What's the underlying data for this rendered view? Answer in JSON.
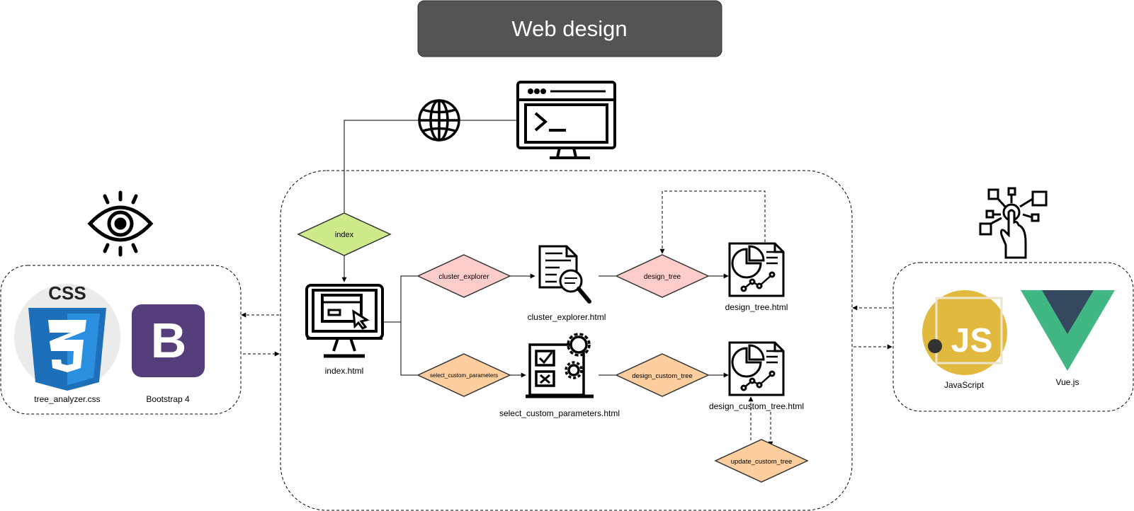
{
  "title": "Web design",
  "colors": {
    "title_bg": "#545454",
    "title_text": "#ffffff",
    "green_diamond": "#cdeb8b",
    "pink_diamond": "#ffcccc",
    "orange_diamond": "#ffce9f",
    "css_blue": "#1e6fba",
    "bootstrap_purple": "#563d7c",
    "js_yellow": "#e2b93f",
    "vue_green": "#41b883",
    "vue_dark": "#34495e"
  },
  "decisions": {
    "index": "index",
    "cluster_explorer": "cluster_explorer",
    "design_tree": "design_tree",
    "select_custom_parameters": "select_custom_parameters",
    "design_custom_tree": "design_custom_tree",
    "update_custom_tree": "update_custom_tree"
  },
  "pages": {
    "index": "index.html",
    "cluster_explorer": "cluster_explorer.html",
    "design_tree": "design_tree.html",
    "select_custom_parameters": "select_custom_parameters.html",
    "design_custom_tree": "design_custom_tree.html"
  },
  "styles_group": {
    "css_badge": "CSS",
    "css_label": "tree_analyzer.css",
    "bootstrap_letter": "B",
    "bootstrap_label": "Bootstrap 4"
  },
  "scripts_group": {
    "js_badge": "JS",
    "js_label": "JavaScript",
    "vue_label": "Vue.js"
  },
  "icons": [
    "eye-icon",
    "globe-icon",
    "terminal-monitor-icon",
    "web-page-monitor-icon",
    "document-search-icon",
    "report-chart-icon",
    "settings-checklist-icon",
    "touch-network-icon"
  ]
}
